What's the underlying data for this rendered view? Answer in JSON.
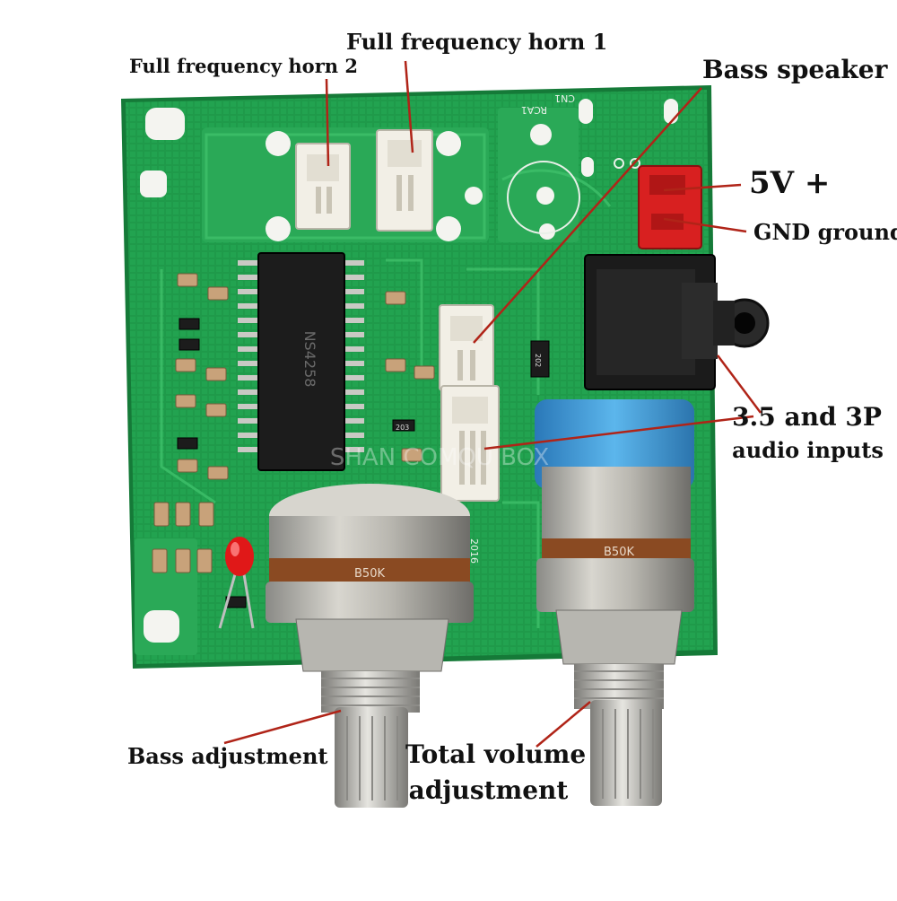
{
  "labels": {
    "horn1": "Full frequency horn 1",
    "horn2": "Full frequency horn 2",
    "bass_speaker": "Bass speaker",
    "power_pos": "5V +",
    "gnd": "GND ground",
    "audio_inputs_line1": "3.5 and 3P",
    "audio_inputs_line2": "audio inputs",
    "bass_adjust": "Bass adjustment",
    "volume_line1": "Total volume",
    "volume_line2": "adjustment"
  },
  "board_markings": {
    "chip": "NS4258",
    "pot_left": "B50K",
    "pot_right": "B50K",
    "rca": "RCA1",
    "cn1": "CN1",
    "year": "2016",
    "res_203": "203",
    "res_202": "202",
    "watermark": "SHAN COMQU BOX"
  },
  "colors": {
    "pcb": "#1f9a4a",
    "pcb_edge": "#157a38",
    "pcb_trace": "#2bb35a",
    "callout_line": "#b02418",
    "connector_red": "#d82020",
    "pot_blue": "#3a9ad8"
  }
}
